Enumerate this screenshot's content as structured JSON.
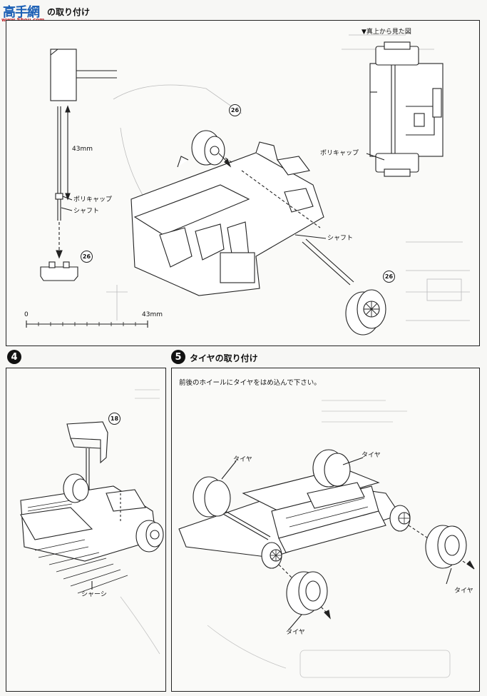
{
  "watermark": {
    "glyphs": "高手網",
    "url": "www.Shou.com"
  },
  "step3": {
    "title": "の取り付け",
    "top_view_label": "▼真上から見た図",
    "shaft_length": "43mm",
    "polycap_label": "ポリキャップ",
    "shaft_label": "シャフト",
    "part_26": "26",
    "scale_start": "0",
    "scale_end": "43mm",
    "polycap_label2": "ポリキャップ",
    "shaft_label2": "シャフト"
  },
  "step4": {
    "number": "4",
    "part_18": "18",
    "chassis_label": "シャーシ"
  },
  "step5": {
    "number": "5",
    "title": "タイヤの取り付け",
    "instruction": "前後のホイールにタイヤをはめ込んで下さい。",
    "tire_labels": [
      "タイヤ",
      "タイヤ",
      "タイヤ",
      "タイヤ"
    ]
  }
}
